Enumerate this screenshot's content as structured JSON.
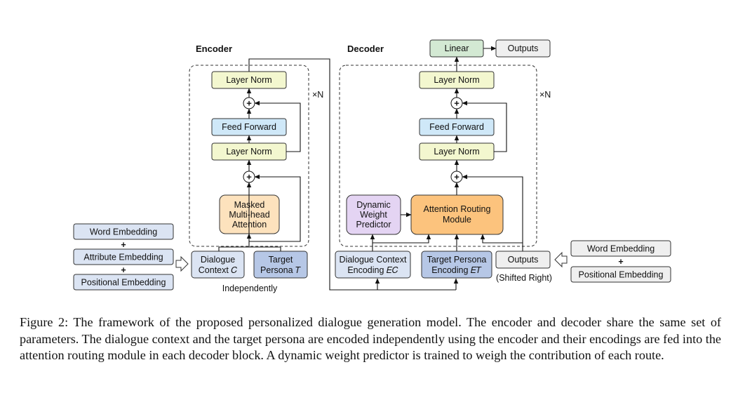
{
  "colors": {
    "layer_norm": "#f3f7cf",
    "feed_forward": "#cfe8f8",
    "attention": "#fde2bd",
    "routing": "#fcc37d",
    "predictor": "#e4d4f3",
    "persona": "#b6c7e6",
    "input": "#dbe4f3",
    "gray_box": "#efefef",
    "linear": "#d3e9d3"
  },
  "encoder": {
    "title": "Encoder",
    "layer_norm_top": "Layer Norm",
    "feed_forward": "Feed Forward",
    "layer_norm_mid": "Layer Norm",
    "attention": [
      "Masked",
      "Multi-head",
      "Attention"
    ],
    "repeat": "×N",
    "context_input": [
      "Dialogue",
      "Context 𝐶"
    ],
    "persona_input": [
      "Target",
      "Persona 𝑇"
    ],
    "independently": "Independently",
    "embeddings": {
      "word": "Word Embedding",
      "attribute": "Attribute Embedding",
      "positional": "Positional Embedding",
      "plus": "+"
    }
  },
  "decoder": {
    "title": "Decoder",
    "linear": "Linear",
    "outputs_top": "Outputs",
    "layer_norm_top": "Layer Norm",
    "feed_forward": "Feed Forward",
    "layer_norm_mid": "Layer Norm",
    "routing": [
      "Attention Routing",
      "Module"
    ],
    "predictor": [
      "Dynamic",
      "Weight",
      "Predictor"
    ],
    "repeat": "×N",
    "context_encoding": [
      "Dialogue Context",
      "Encoding 𝐸𝐶"
    ],
    "persona_encoding": [
      "Target Persona",
      "Encoding 𝐸𝑇"
    ],
    "outputs_bottom": "Outputs",
    "shifted": "(Shifted Right)",
    "embeddings": {
      "word": "Word Embedding",
      "positional": "Positional Embedding",
      "plus": "+"
    }
  },
  "add_symbol": "+",
  "caption": {
    "label": "Figure 2:",
    "text": " The framework of the proposed personalized dialogue generation model. The encoder and decoder share the same set of parameters. The dialogue context and the target persona are encoded independently using the encoder and their encodings are fed into the attention routing module in each decoder block. A dynamic weight predictor is trained to weigh the contribution of each route."
  }
}
